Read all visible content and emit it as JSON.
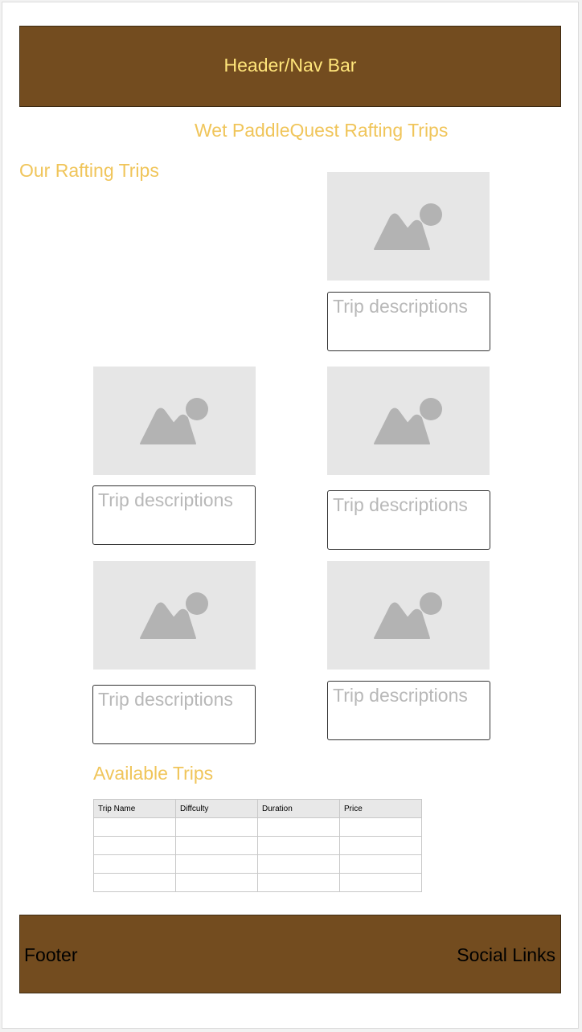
{
  "header": {
    "label": "Header/Nav Bar"
  },
  "site_title": "Wet PaddleQuest Rafting Trips",
  "trips_section": {
    "heading": "Our Rafting Trips",
    "cards": [
      {
        "image_icon": "image-placeholder-icon",
        "description": "Trip descriptions"
      },
      {
        "image_icon": "image-placeholder-icon",
        "description": "Trip descriptions"
      },
      {
        "image_icon": "image-placeholder-icon",
        "description": "Trip descriptions"
      },
      {
        "image_icon": "image-placeholder-icon",
        "description": "Trip descriptions"
      },
      {
        "image_icon": "image-placeholder-icon",
        "description": "Trip descriptions"
      }
    ]
  },
  "available_section": {
    "heading": "Available Trips",
    "columns": [
      "Trip Name",
      "Diffculty",
      "Duration",
      "Price"
    ],
    "rows": [
      [
        "",
        "",
        "",
        ""
      ],
      [
        "",
        "",
        "",
        ""
      ],
      [
        "",
        "",
        "",
        ""
      ],
      [
        "",
        "",
        "",
        ""
      ]
    ]
  },
  "footer": {
    "left_label": "Footer",
    "right_label": "Social Links"
  },
  "colors": {
    "bar_brown": "#734c1f",
    "header_text": "#ffe57a",
    "title_gold": "#f0c55a",
    "placeholder_gray": "#e6e6e6"
  }
}
